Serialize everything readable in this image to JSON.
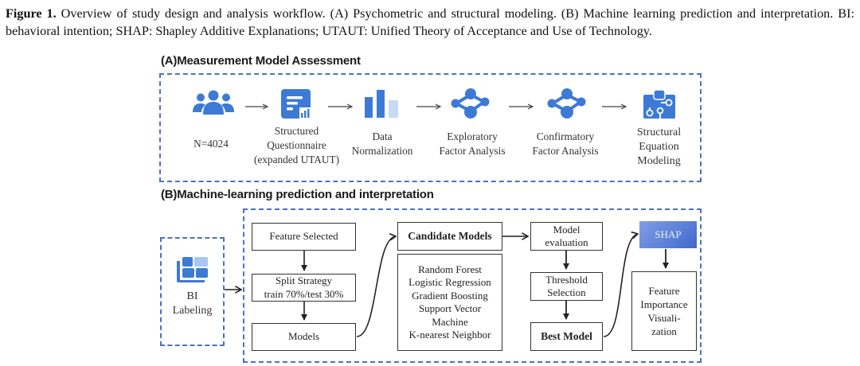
{
  "caption": {
    "figure_label": "Figure 1.",
    "text": " Overview of study design and analysis workflow. (A) Psychometric and structural modeling. (B) Machine learning prediction and interpretation. BI: behavioral intention; SHAP: Shapley Additive Explanations; UTAUT: Unified Theory of Acceptance and Use of Technology."
  },
  "section_a": {
    "title": "(A)Measurement Model Assessment",
    "steps": [
      {
        "icon": "people-group-icon",
        "label": "N=4024"
      },
      {
        "icon": "questionnaire-form-icon",
        "label": "Structured Questionnaire (expanded UTAUT)"
      },
      {
        "icon": "bar-chart-icon",
        "label": "Data Normalization"
      },
      {
        "icon": "network-nodes-icon",
        "label": "Exploratory Factor Analysis"
      },
      {
        "icon": "network-nodes-icon",
        "label": "Confirmatory Factor Analysis"
      },
      {
        "icon": "puzzle-circuit-icon",
        "label": "Structural Equation Modeling"
      }
    ],
    "label_lines": {
      "s0": [
        "N=4024"
      ],
      "s1": [
        "Structured",
        "Questionnaire",
        "(expanded UTAUT)"
      ],
      "s2": [
        "Data",
        "Normalization"
      ],
      "s3": [
        "Exploratory",
        "Factor Analysis"
      ],
      "s4": [
        "Confirmatory",
        "Factor Analysis"
      ],
      "s5": [
        "Structural",
        "Equation",
        "Modeling"
      ]
    }
  },
  "section_b": {
    "title": "(B)Machine-learning prediction and interpretation",
    "bi_labeling": {
      "icon": "dashboard-tiles-icon",
      "line1": "BI",
      "line2": "Labeling"
    },
    "feature_selected": "Feature Selected",
    "split_strategy": {
      "line1": "Split Strategy",
      "line2": "train 70%/test 30%"
    },
    "models": "Models",
    "candidate_models": "Candidate Models",
    "candidate_list": [
      "Random Forest",
      "Logistic Regression",
      "Gradient Boosting",
      "Support Vector",
      "Machine",
      "K-nearest Neighbor"
    ],
    "model_evaluation": {
      "line1": "Model",
      "line2": "evaluation"
    },
    "threshold_selection": {
      "line1": "Threshold",
      "line2": "Selection"
    },
    "best_model": "Best Model",
    "shap": "SHAP",
    "feature_importance": [
      "Feature",
      "Importance",
      "Visuali-",
      "zation"
    ]
  },
  "colors": {
    "icon_blue": "#3d7ad6",
    "icon_light_blue": "#a9c6ee",
    "dash_blue": "#4a72c4",
    "shap_fill": "#5b7fd9"
  }
}
